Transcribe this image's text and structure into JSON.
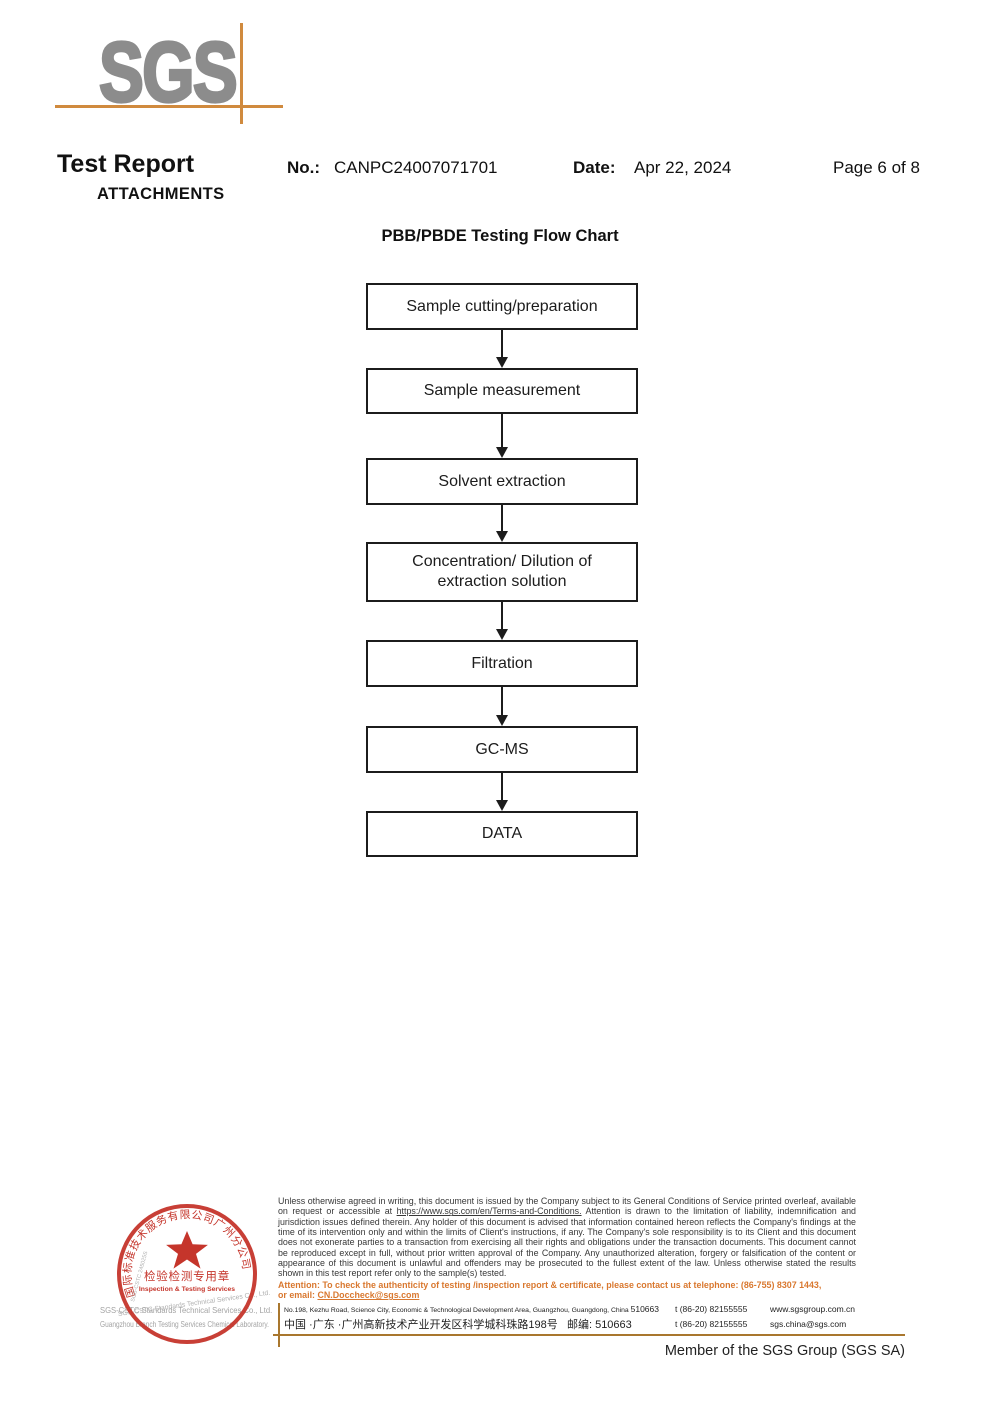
{
  "logo": {
    "text": "SGS"
  },
  "header": {
    "title": "Test Report",
    "subtitle": "ATTACHMENTS",
    "no_label": "No.:",
    "no_value": "CANPC24007071701",
    "date_label": "Date:",
    "date_value": "Apr 22, 2024",
    "page": "Page 6 of 8"
  },
  "flowchart": {
    "title": "PBB/PBDE Testing Flow Chart",
    "steps": [
      "Sample cutting/preparation",
      "Sample measurement",
      "Solvent extraction",
      "Concentration/ Dilution of extraction solution",
      "Filtration",
      "GC-MS",
      "DATA"
    ]
  },
  "stamp": {
    "arc_text": "国际标准技术服务有限公司广州分公司",
    "center_cn": "检验检测专用章",
    "center_en": "Inspection & Testing Services",
    "side_code": "SGS-CSTC 245025S",
    "company_line1": "SGS-CSTC Standards Technical Services Co., Ltd.",
    "company_line2": "Guangzhou Branch Testing Services Chemical Laboratory.",
    "company_rotated": "SGS-CSTC Standards Technical Services Co., Ltd."
  },
  "legal": {
    "before_url": "Unless otherwise agreed in writing, this document is issued by the Company subject to its General Conditions of Service printed overleaf, available on request or accessible at ",
    "url": "https://www.sgs.com/en/Terms-and-Conditions.",
    "after_url": " Attention is drawn to the limitation of liability, indemnification and jurisdiction issues defined therein. Any holder of this document is advised that information contained hereon reflects the Company's findings at the time of its intervention only and within the limits of Client's instructions, if any. The Company's sole responsibility is to its Client and this document does not exonerate parties to a transaction from exercising all their rights and obligations under the transaction documents. This document cannot be reproduced except in full, without prior written approval of the Company. Any unauthorized alteration, forgery or falsification of the content or appearance of this document is unlawful and offenders may be prosecuted to the fullest extent of the law. Unless otherwise stated the results shown in this test report refer only to the sample(s) tested.",
    "attention_line": "Attention: To check the authenticity of testing /inspection report & certificate, please contact us at telephone: (86-755) 8307 1443,",
    "attention_prefix": "or email: ",
    "attention_email": "CN.Doccheck@sgs.com"
  },
  "footer": {
    "address_en": "No.198, Kezhu Road, Science City, Economic & Technological Development Area, Guangzhou, Guangdong, China ",
    "address_en_zip": "510663",
    "address_cn": "中国 ·广东 ·广州高新技术产业开发区科学城科珠路198号   邮编: 510663",
    "tel1": "t (86-20) 82155555",
    "tel2": "t (86-20) 82155555",
    "web": "www.sgsgroup.com.cn",
    "email": "sgs.china@sgs.com",
    "member": "Member of the SGS Group (SGS SA)"
  },
  "colors": {
    "logo_gray": "#8c8c8c",
    "accent_orange": "#d08a3e",
    "footer_line": "#a9772e",
    "stamp_red": "#c5352b",
    "attention_orange": "#d9782f"
  }
}
